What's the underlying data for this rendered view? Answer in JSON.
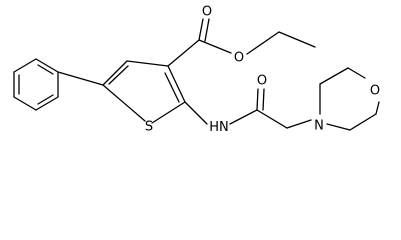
{
  "atoms": {
    "ester_carbonyl_o": "O",
    "ester_ether_o": "O",
    "thiophene_s": "S",
    "amide_n": "N",
    "amide_h": "H",
    "amide_o": "O",
    "morpholine_n": "N",
    "morpholine_o": "O"
  }
}
